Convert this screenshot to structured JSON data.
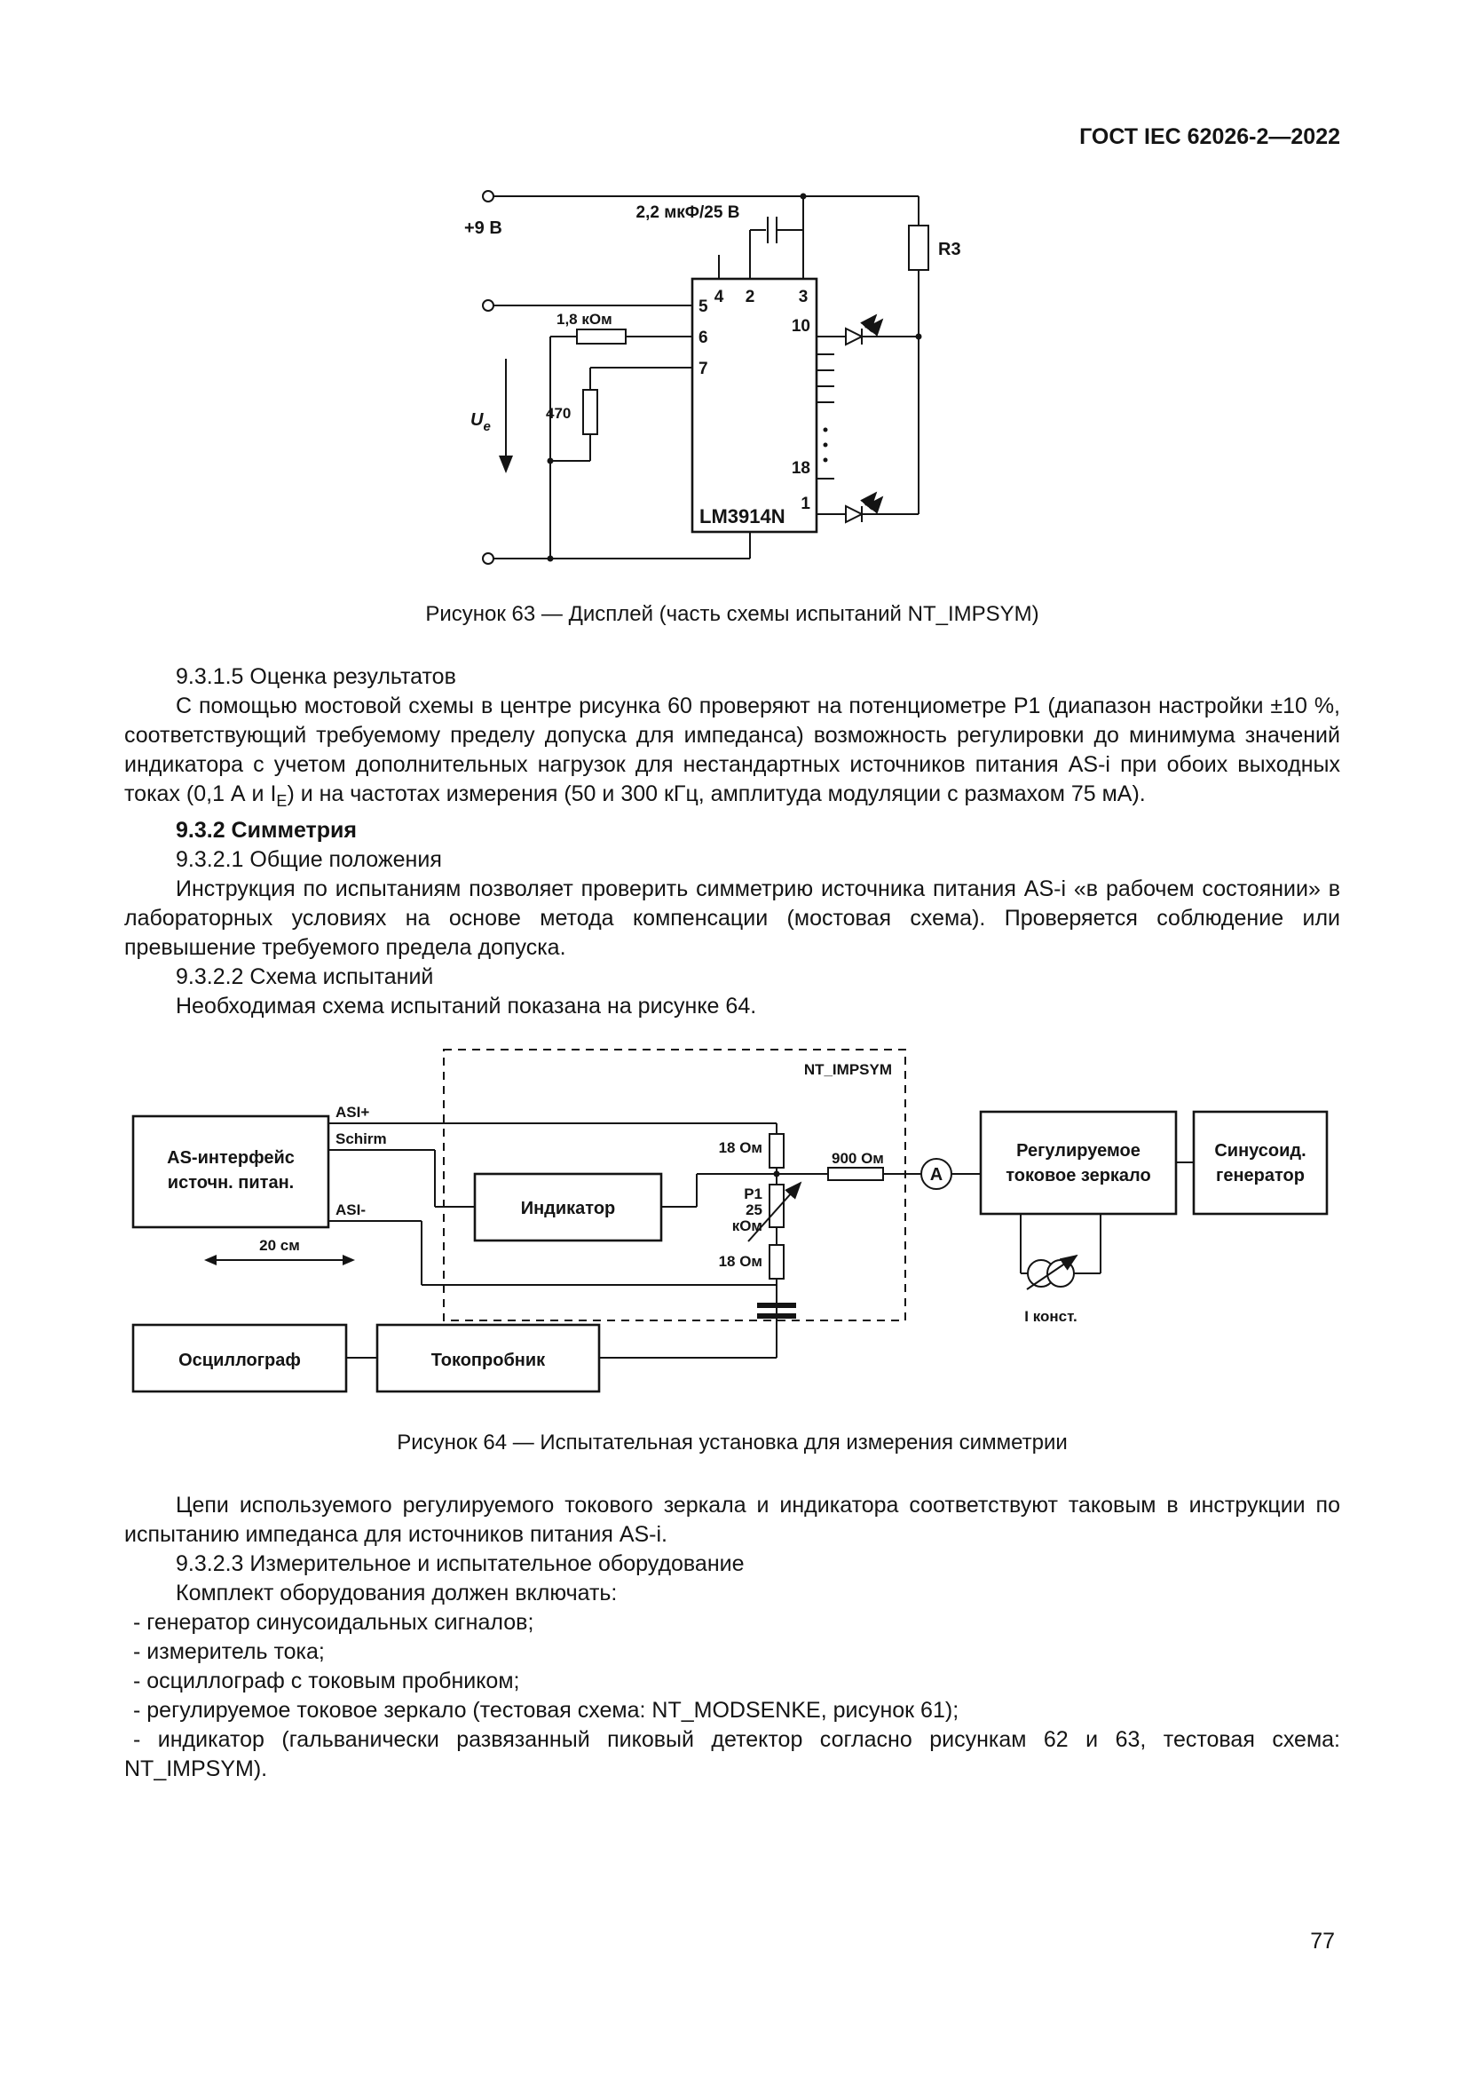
{
  "header": {
    "doc_title": "ГОСТ IEC 62026-2—2022"
  },
  "figure63": {
    "caption": "Рисунок 63 — Дисплей (часть схемы испытаний NT_IMPSYM)",
    "labels": {
      "supply": "+9 В",
      "capacitor": "2,2 мкФ/25 В",
      "r3": "R3",
      "r1k8": "1,8 кОм",
      "r470": "470",
      "u_sym": "U",
      "u_sub": "е",
      "ic": "LM3914N",
      "pin4": "4",
      "pin2": "2",
      "pin3": "3",
      "pin5": "5",
      "pin6": "6",
      "pin7": "7",
      "pin10": "10",
      "pin18": "18",
      "pin1": "1"
    }
  },
  "body": {
    "h9315": "9.3.1.5 Оценка результатов",
    "p9315_before": "С помощью мостовой схемы в центре рисунка 60 проверяют на потенциометре Р1 (диапазон настройки ±10 %, соответствующий требуемому пределу допуска для импеданса) возможность регулировки до минимума значений индикатора с учетом дополнительных нагрузок для нестандартных источников питания AS-i при обоих выходных токах (0,1 А и I",
    "p9315_sub": "E",
    "p9315_after": ") и на частотах измерения (50 и 300 кГц, амплитуда модуляции с размахом 75 мА).",
    "h932": "9.3.2 Симметрия",
    "h9321": "9.3.2.1 Общие положения",
    "p9321": "Инструкция по испытаниям позволяет проверить симметрию источника питания AS-i «в рабочем состоянии» в лабораторных условиях на основе метода компенсации (мостовая схема). Проверяется соблюдение или превышение требуемого предела допуска.",
    "h9322": "9.3.2.2 Схема испытаний",
    "p9322": "Необходимая схема испытаний показана на рисунке 64.",
    "p_after_fig": "Цепи используемого регулируемого токового зеркала и индикатора соответствуют таковым в инструкции по испытанию импеданса для источников питания AS-i.",
    "h9323": "9.3.2.3 Измерительное и испытательное оборудование",
    "p_equip": "Комплект оборудования должен включать:",
    "li1": "- генератор синусоидальных сигналов;",
    "li2": "- измеритель тока;",
    "li3": "- осциллограф с токовым пробником;",
    "li4": "- регулируемое токовое зеркало (тестовая схема: NT_MODSENKE, рисунок 61);",
    "li5": "- индикатор (гальванически развязанный пиковый детектор согласно рисункам 62 и 63, тестовая схема: NT_IMPSYM)."
  },
  "figure64": {
    "caption": "Рисунок 64 — Испытательная установка для измерения симметрии",
    "labels": {
      "nt": "NT_IMPSYM",
      "as1": "AS-интерфейс",
      "as2": "источн. питан.",
      "asi_plus": "ASI+",
      "schirm": "Schirm",
      "asi_minus": "ASI-",
      "dist": "20 см",
      "indicator": "Индикатор",
      "r18a": "18 Ом",
      "r900": "900 Ом",
      "p1": "P1",
      "p1b": "25",
      "p1c": "кОм",
      "r18b": "18 Ом",
      "ammeter": "A",
      "mirror1": "Регулируемое",
      "mirror2": "токовое зеркало",
      "gen1": "Синусоид.",
      "gen2": "генератор",
      "iconst": "I конст.",
      "osc": "Осциллограф",
      "probe": "Токопробник"
    }
  },
  "footer": {
    "page_number": "77"
  }
}
